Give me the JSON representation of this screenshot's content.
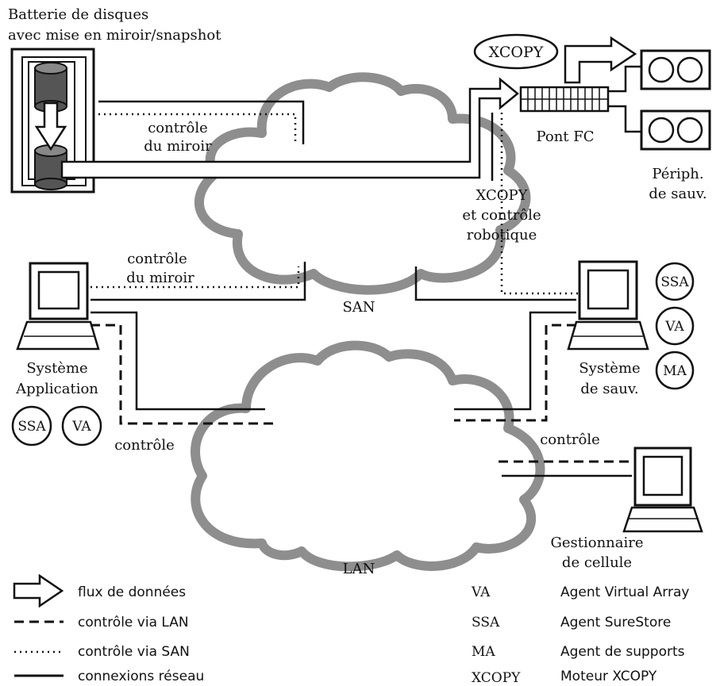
{
  "labels": {
    "array_line1": "Batterie de disques",
    "array_line2": "avec mise en miroir/snapshot",
    "mirror_control_top_1": "contrôle",
    "mirror_control_top_2": "du miroir",
    "xcopy_oval": "XCOPY",
    "pont_fc": "Pont FC",
    "periph_line1": "Périph.",
    "periph_line2": "de sauv.",
    "xcopy_robotic_1": "XCOPY",
    "xcopy_robotic_2": "et contrôle",
    "xcopy_robotic_3": "robotique",
    "mirror_control_left_1": "contrôle",
    "mirror_control_left_2": "du miroir",
    "san": "SAN",
    "app_system_1": "Système",
    "app_system_2": "Application",
    "backup_system_1": "Système",
    "backup_system_2": "de sauv.",
    "control_left": "contrôle",
    "control_right": "contrôle",
    "cell_manager_1": "Gestionnaire",
    "cell_manager_2": "de cellule",
    "lan": "LAN"
  },
  "agents": {
    "ssa": "SSA",
    "va": "VA",
    "ma": "MA"
  },
  "legend": {
    "data_flow": "flux de données",
    "lan_control": "contrôle via LAN",
    "san_control": "contrôle via SAN",
    "network": "connexions réseau"
  },
  "abbreviations": [
    {
      "abbr": "VA",
      "desc": "Agent Virtual Array"
    },
    {
      "abbr": "SSA",
      "desc": "Agent SureStore"
    },
    {
      "abbr": "MA",
      "desc": "Agent de supports"
    },
    {
      "abbr": "XCOPY",
      "desc": "Moteur XCOPY"
    }
  ],
  "colors": {
    "cloud": "#8e8e8e",
    "ink": "#111111",
    "disk": "#555555"
  }
}
